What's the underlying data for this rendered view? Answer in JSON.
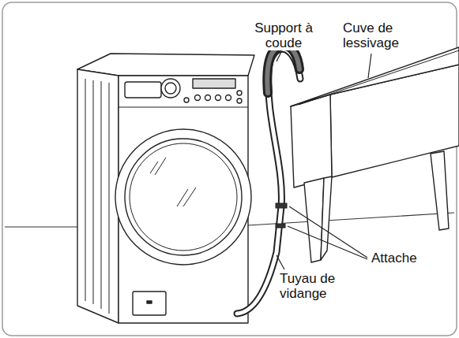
{
  "diagram": {
    "labels": [
      "Support à coude",
      "Cuve de lessivage",
      "Attache",
      "Tuyau de vidange"
    ]
  }
}
